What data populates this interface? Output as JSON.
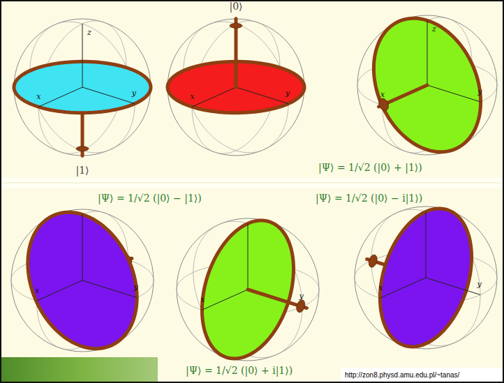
{
  "diagram": {
    "labels": [
      "|0⟩",
      "z",
      "x",
      "y",
      "x",
      "y",
      "z",
      "x",
      "y",
      "|1⟩",
      "|Ψ⟩ = 1/√2 (|0⟩ + |1⟩)",
      "|Ψ⟩ = 1/√2 (|0⟩ − |1⟩)",
      "|Ψ⟩ = 1/√2 (|0⟩ − i|1⟩)",
      "x",
      "y",
      "x",
      "y",
      "x",
      "y",
      "|Ψ⟩ = 1/√2 (|0⟩ + i|1⟩)",
      "http://zon8.physd.amu.edu.pl/~tanas/"
    ]
  }
}
